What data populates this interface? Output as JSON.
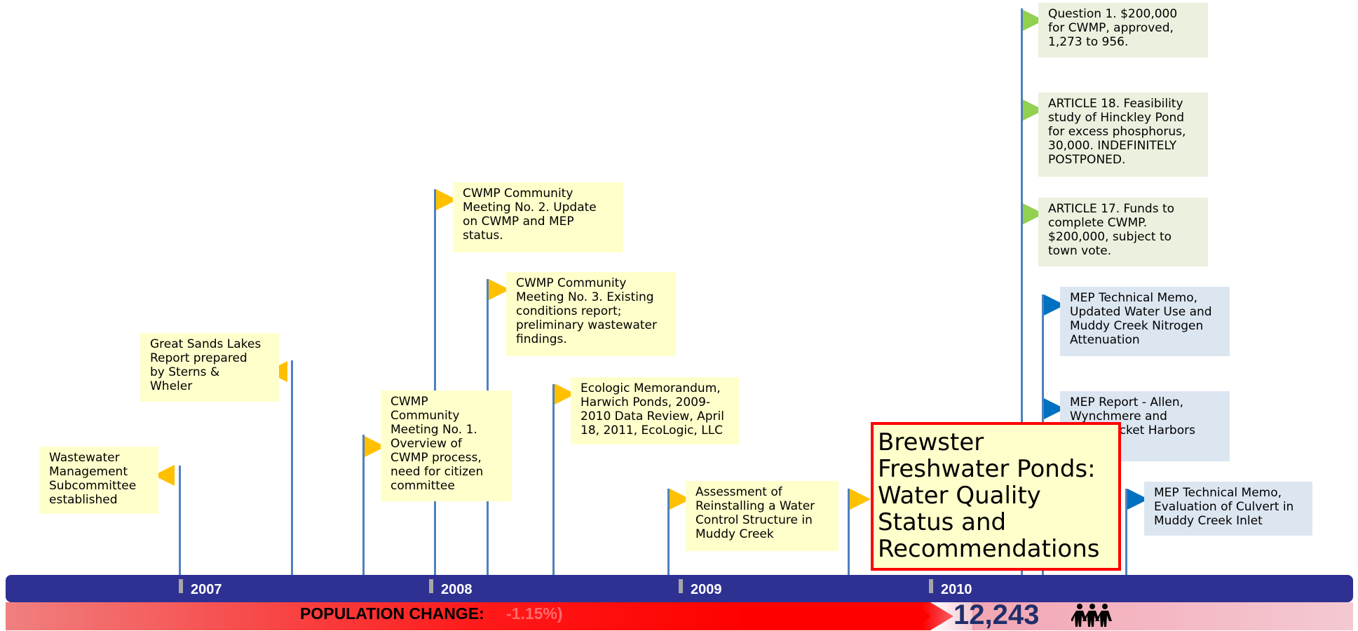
{
  "events": [
    {
      "id": "wastewater",
      "text": "Wastewater\nManagement\nSubcommittee\nestablished"
    },
    {
      "id": "great-sands",
      "text": "Great Sands Lakes\nReport prepared\nby Sterns &\nWheler"
    },
    {
      "id": "cwmp1",
      "text": "CWMP\nCommunity\nMeeting No. 1.\nOverview of\nCWMP process,\nneed  for citizen\ncommittee"
    },
    {
      "id": "cwmp2",
      "text": "CWMP Community\nMeeting No. 2. Update\non CWMP and MEP\nstatus."
    },
    {
      "id": "cwmp3",
      "text": "CWMP Community\nMeeting No. 3. Existing\nconditions report;\npreliminary wastewater\nfindings."
    },
    {
      "id": "ecologic",
      "text": "Ecologic Memorandum,\nHarwich Ponds, 2009-\n2010 Data Review, April\n18, 2011, EcoLogic, LLC"
    },
    {
      "id": "assessment",
      "text": "Assessment of\nReinstalling a Water\nControl Structure in\nMuddy Creek"
    },
    {
      "id": "question1",
      "text": "Question 1. $200,000\nfor CWMP, approved,\n1,273 to 956."
    },
    {
      "id": "article18",
      "text": "ARTICLE 18. Feasibility\nstudy of Hinckley Pond\nfor excess phosphorus,\n30,000. INDEFINITELY\nPOSTPONED."
    },
    {
      "id": "article17",
      "text": "ARTICLE 17. Funds to\ncomplete CWMP.\n$200,000, subject to\ntown vote."
    },
    {
      "id": "mep-memo-water",
      "text": "MEP Technical Memo,\nUpdated Water Use and\nMuddy Creek Nitrogen\nAttenuation"
    },
    {
      "id": "mep-report",
      "text": "MEP Report - Allen,\nWynchmere and\nSaquatucket Harbors\n(Draft)"
    },
    {
      "id": "mep-memo-culvert",
      "text": "MEP Technical Memo,\nEvaluation of Culvert in\nMuddy Creek Inlet"
    }
  ],
  "highlight": {
    "text": "Brewster\nFreshwater Ponds:\nWater Quality\nStatus and\nRecommendations"
  },
  "timeline": {
    "years": [
      "2007",
      "2008",
      "2009",
      "2010"
    ]
  },
  "population": {
    "label": "POPULATION CHANGE:",
    "change": "-1.15%)",
    "count": "12,243",
    "icon": "people-icon"
  },
  "colors": {
    "timeline_bar": "#2e3192",
    "flag_yellow": "#ffc000",
    "flag_green": "#92d050",
    "flag_blue": "#0070c0",
    "highlight_border": "#ff0000"
  }
}
